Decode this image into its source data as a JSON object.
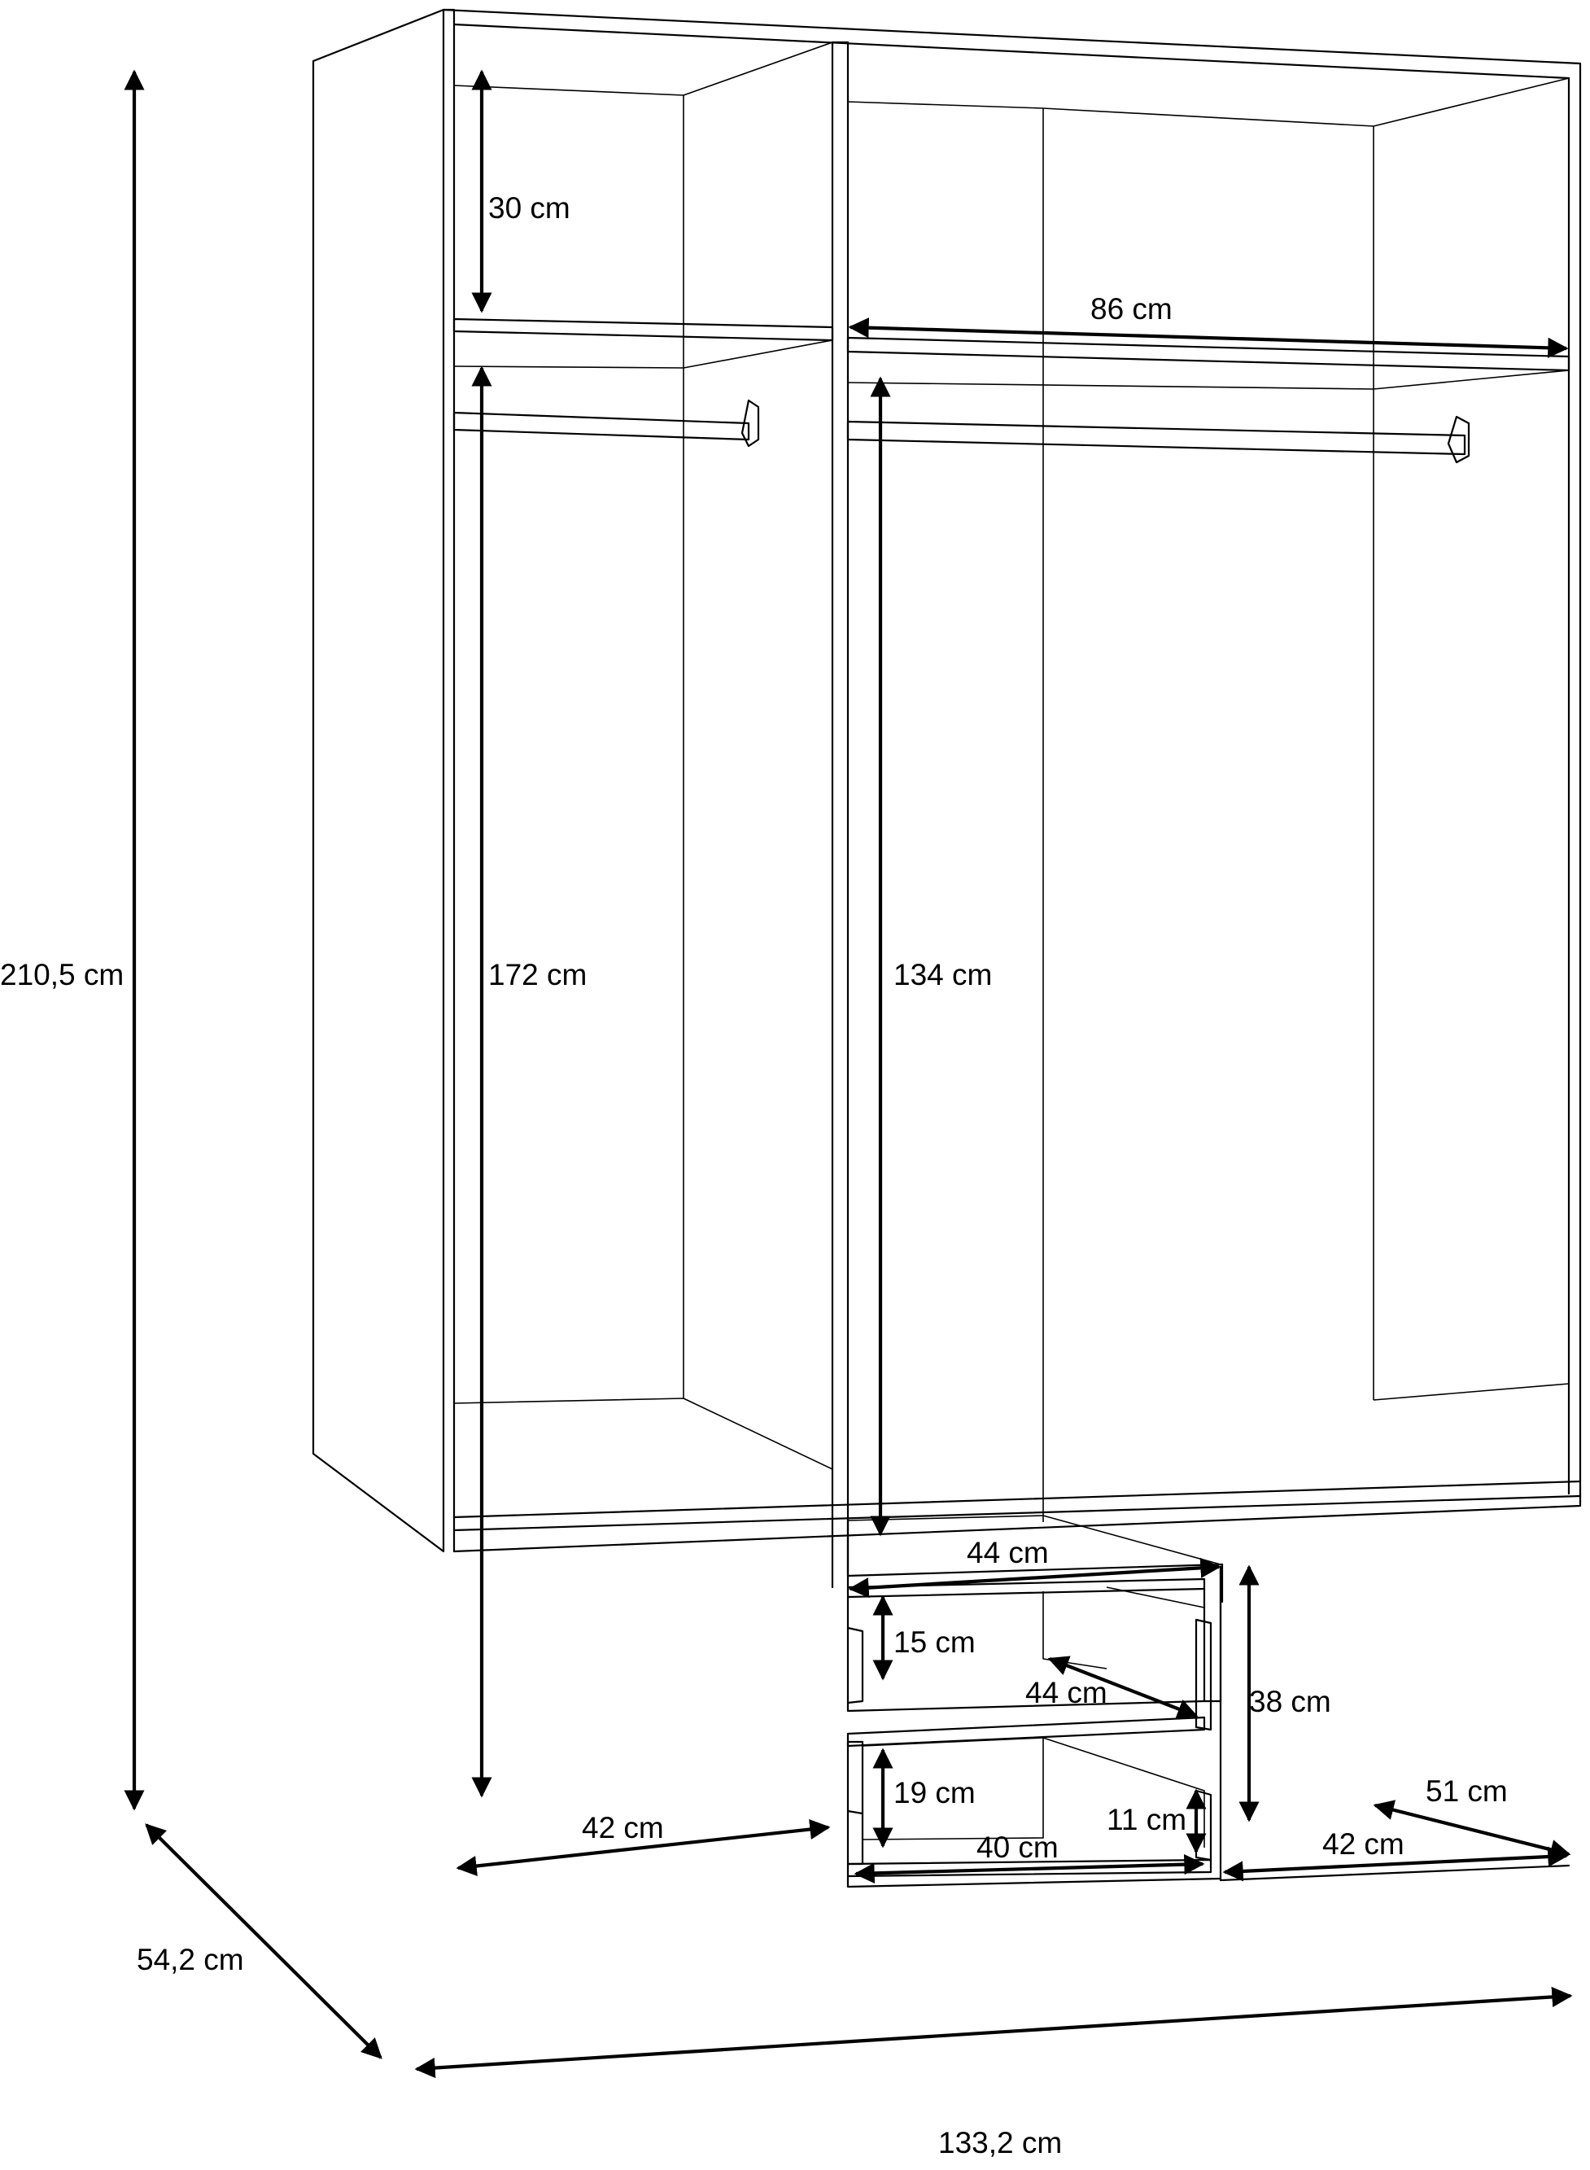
{
  "dimensions": {
    "total_height": "210,5 cm",
    "total_depth": "54,2 cm",
    "total_width": "133,2 cm",
    "top_shelf_height": "30 cm",
    "left_hanging_height": "172 cm",
    "right_hanging_height": "134 cm",
    "right_rail_width": "86 cm",
    "left_bottom_width": "42 cm",
    "drawer_unit_top_width": "44 cm",
    "upper_drawer_height": "15 cm",
    "upper_drawer_depth": "44 cm",
    "drawer_unit_height": "38 cm",
    "lower_drawer_height": "19 cm",
    "lower_drawer_side_height": "11 cm",
    "lower_drawer_width": "40 cm",
    "right_bottom_width": "42 cm",
    "right_depth": "51 cm"
  },
  "colors": {
    "line": "#000000",
    "background": "#ffffff"
  }
}
